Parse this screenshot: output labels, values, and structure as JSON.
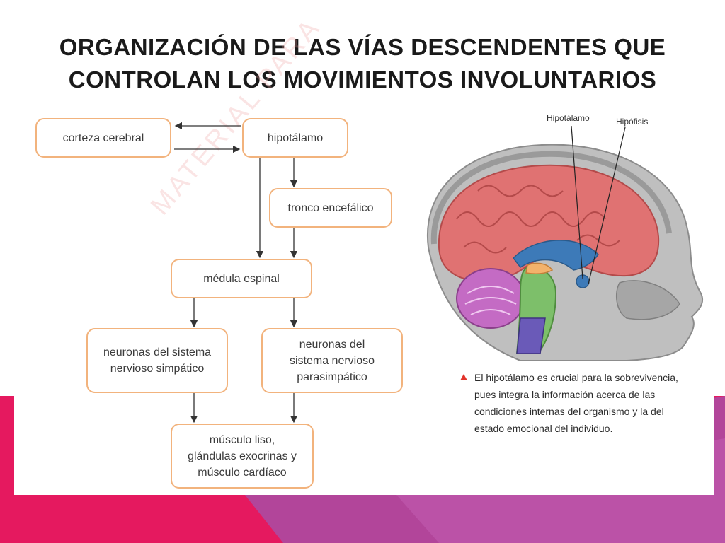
{
  "title": {
    "line1": "ORGANIZACIÓN DE LAS VÍAS DESCENDENTES QUE",
    "line2": "CONTROLAN LOS MOVIMIENTOS INVOLUNTARIOS"
  },
  "flowchart": {
    "nodes": {
      "corteza": "corteza cerebral",
      "hipotalamo": "hipotálamo",
      "tronco": "tronco encefálico",
      "medula": "médula espinal",
      "simpatico": "neuronas del sistema\nnervioso simpático",
      "parasimpatico": "neuronas del\nsistema nervioso\nparasimpático",
      "musculo": "músculo liso,\nglándulas exocrinas y\nmúsculo cardíaco"
    },
    "watermark": "MATERIAL PARA"
  },
  "figure": {
    "labels": {
      "hipotalamo": "Hipotálamo",
      "hipofisis": "Hipófisis"
    },
    "caption": "El hipotálamo es crucial para la sobrevivencia,\npues integra la información acerca de las\ncondiciones internas del organismo y la del\nestado emocional del individuo."
  },
  "colors": {
    "box_border": "#f2b37d",
    "band_magenta": "#e5195f",
    "band_purple": "#b2459a",
    "caption_marker": "#e2332b"
  }
}
